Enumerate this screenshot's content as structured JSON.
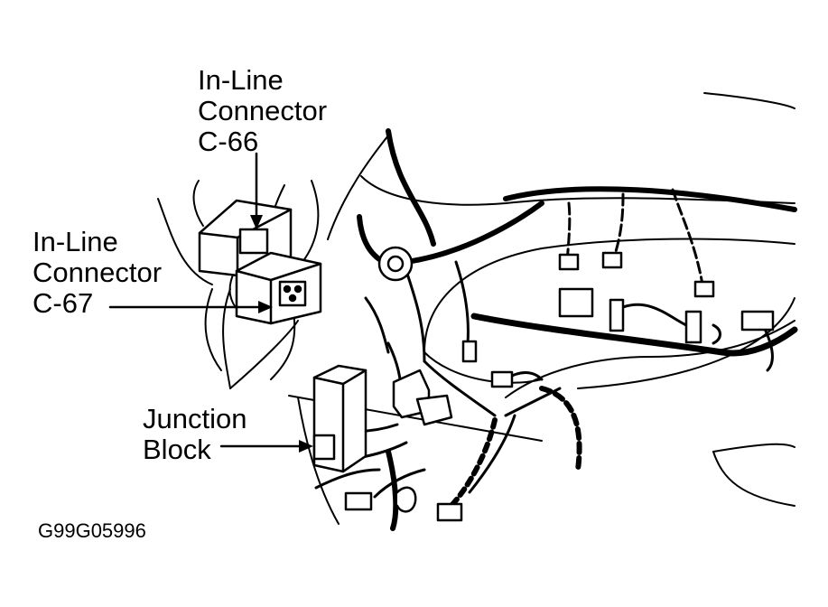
{
  "labels": {
    "c66": [
      "In-Line",
      "Connector",
      "C-66"
    ],
    "c67": [
      "In-Line",
      "Connector",
      "C-67"
    ],
    "junction_block": [
      "Junction",
      "Block"
    ]
  },
  "figure_id": "G99G05996"
}
